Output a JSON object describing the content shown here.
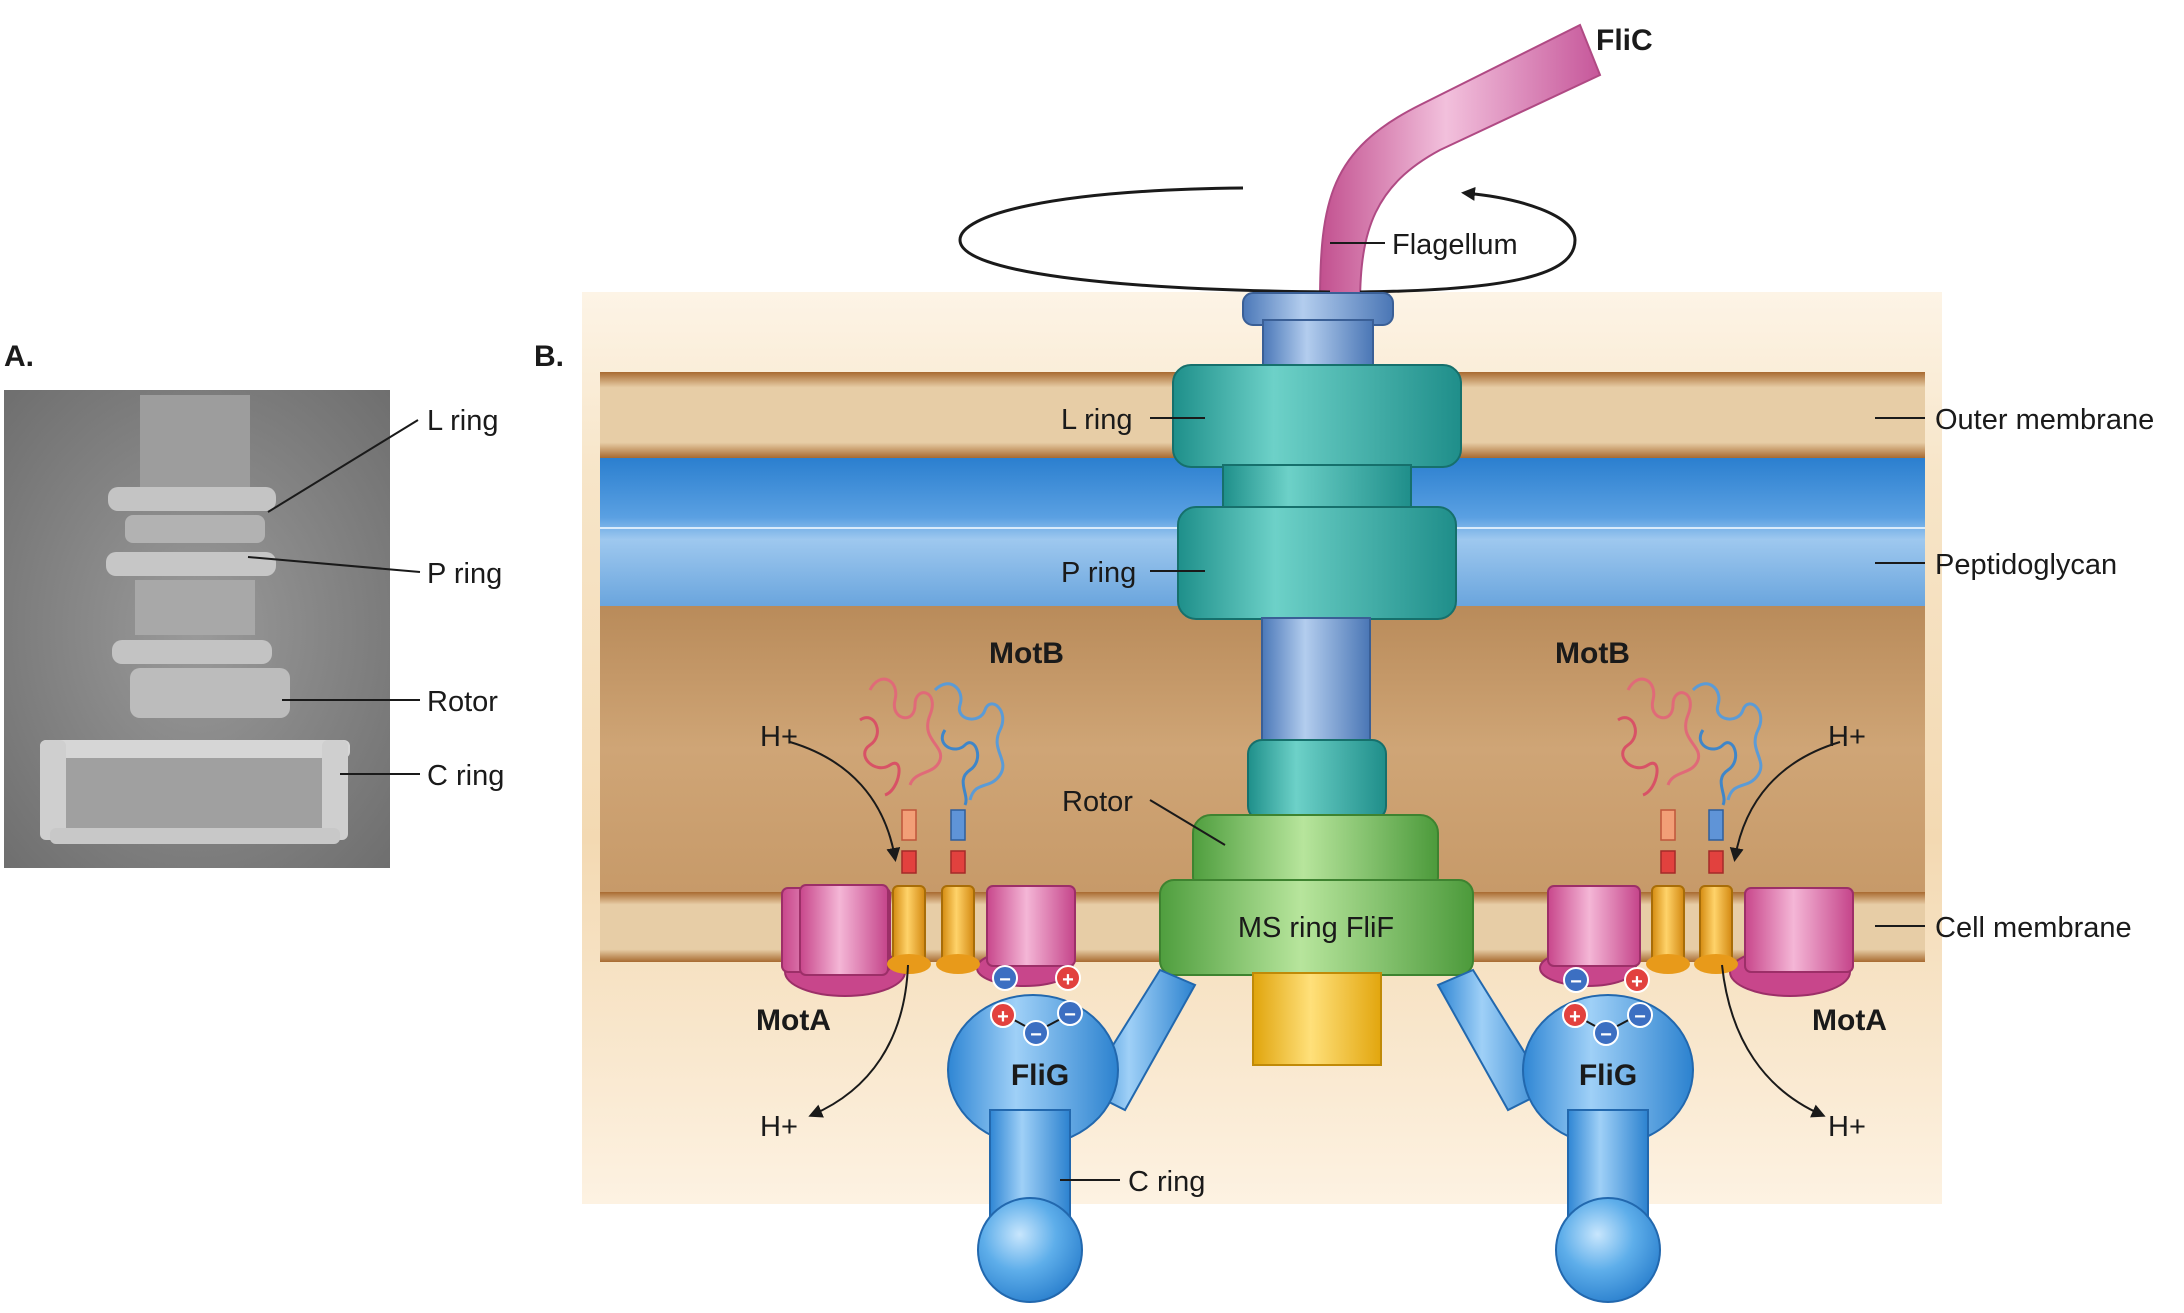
{
  "panels": {
    "a": {
      "label": "A.",
      "callouts": [
        "L ring",
        "P ring",
        "Rotor",
        "C ring"
      ]
    },
    "b": {
      "label": "B.",
      "structures": {
        "filament": "FliC",
        "flagellum": "Flagellum",
        "l_ring": "L ring",
        "p_ring": "P ring",
        "rotor": "Rotor",
        "ms_ring": "MS ring FliF",
        "c_ring": "C ring"
      },
      "layers": {
        "outer_membrane": "Outer membrane",
        "peptidoglycan": "Peptidoglycan",
        "cell_membrane": "Cell membrane"
      },
      "proteins": {
        "motb_left": "MotB",
        "motb_right": "MotB",
        "mota_left": "MotA",
        "mota_right": "MotA",
        "flig_left": "FliG",
        "flig_right": "FliG"
      },
      "protons": {
        "in_left": "H+",
        "out_left": "H+",
        "in_right": "H+",
        "out_right": "H+"
      },
      "charges": [
        "−",
        "+",
        "+",
        "−",
        "−"
      ]
    }
  },
  "colors": {
    "outer_membrane": "#e3c79a",
    "peptidoglycan": "#6fa8de",
    "periplasm": "#c9a070",
    "rod": "#7aa7d8",
    "l_p_rings": "#3fb3ad",
    "ms_ring": "#73c159",
    "c_ring": "#4c9fe0",
    "mota": "#e06aa8",
    "motb_channel": "#f0a91e",
    "flagellum": "#d87fae"
  }
}
